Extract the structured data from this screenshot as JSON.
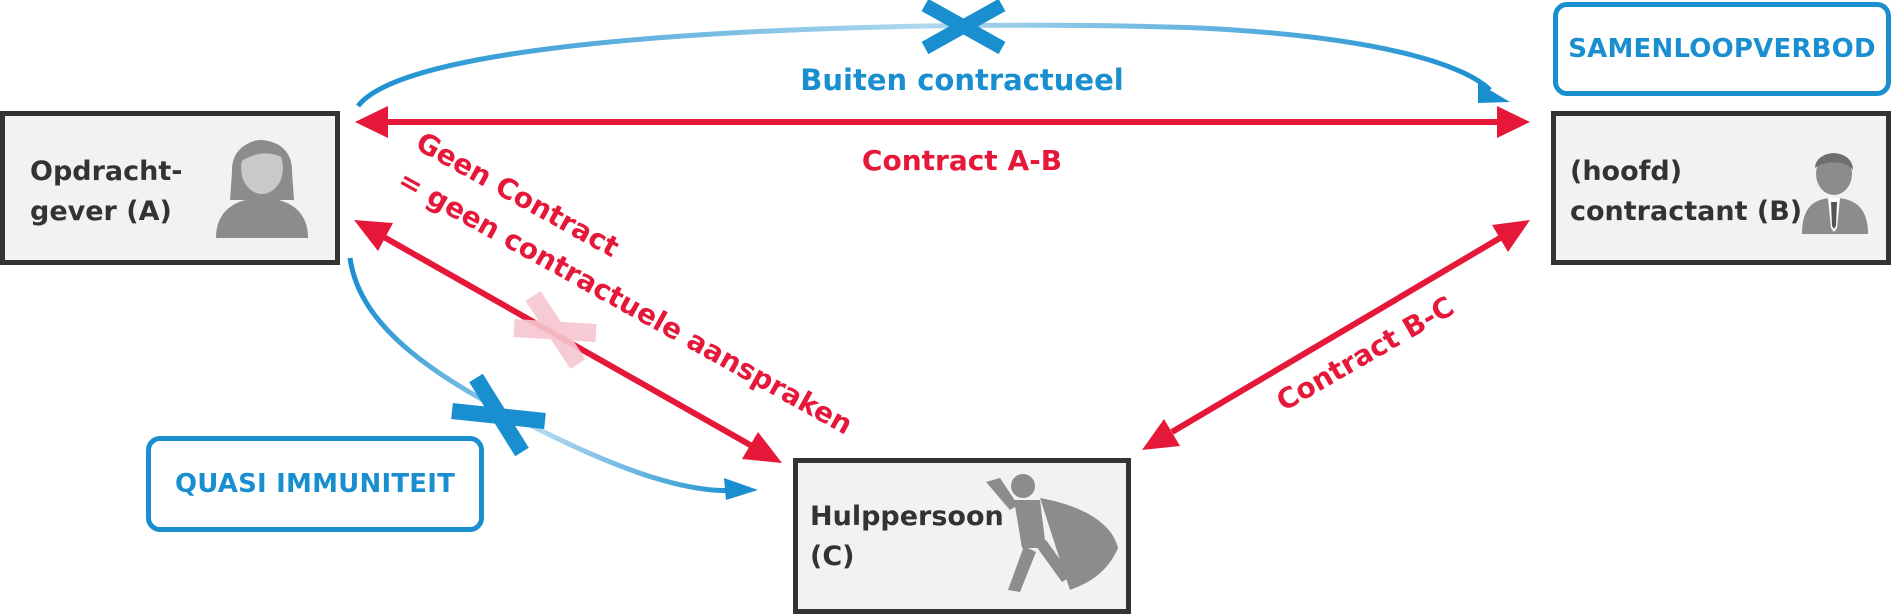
{
  "nodes": {
    "a": {
      "line1": "Opdracht-",
      "line2": "gever (A)",
      "icon": "woman-user-icon"
    },
    "b": {
      "line1": "(hoofd)",
      "line2": "contractant (B)",
      "icon": "businessman-icon"
    },
    "c": {
      "line1": "Hulppersoon",
      "line2": "(C)",
      "icon": "superhero-icon"
    }
  },
  "tags": {
    "samenloopverbod": "SAMENLOOPVERBOD",
    "quasi_immuniteit": "QUASI IMMUNITEIT"
  },
  "labels": {
    "buiten": "Buiten contractueel",
    "contract_ab": "Contract A-B",
    "contract_bc": "Contract B-C",
    "geen_line1": "Geen Contract",
    "geen_line2": "= geen contractuele aanspraken"
  },
  "colors": {
    "red": "#e5183a",
    "blue": "#1a8fd0",
    "node_border": "#333333",
    "node_fill": "#f2f2f2",
    "icon_gray": "#8c8c8c",
    "faded_cross": "#f7c6cf"
  }
}
